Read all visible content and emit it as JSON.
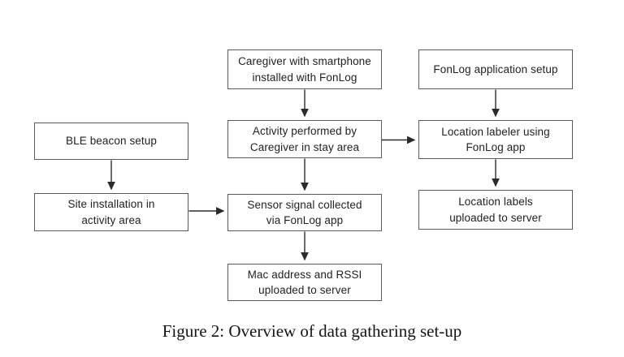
{
  "figure": {
    "caption": "Figure 2: Overview of data gathering set-up"
  },
  "nodes": {
    "caregiver_smartphone": {
      "label": "Caregiver with smartphone\ninstalled with FonLog"
    },
    "fonlog_app_setup": {
      "label": "FonLog application setup"
    },
    "ble_beacon_setup": {
      "label": "BLE beacon setup"
    },
    "activity_performed": {
      "label": "Activity performed by\nCaregiver in stay area"
    },
    "location_labeler": {
      "label": "Location labeler using\nFonLog app"
    },
    "site_installation": {
      "label": "Site installation in\nactivity area"
    },
    "sensor_signal": {
      "label": "Sensor signal collected\nvia FonLog app"
    },
    "location_labels": {
      "label": "Location labels\nuploaded to server"
    },
    "mac_address": {
      "label": "Mac address and RSSI\nuploaded to server"
    }
  },
  "colors": {
    "background": "#ffffff",
    "box_border": "#595959",
    "text": "#1f1f1f",
    "arrow": "#2b2b2b"
  }
}
